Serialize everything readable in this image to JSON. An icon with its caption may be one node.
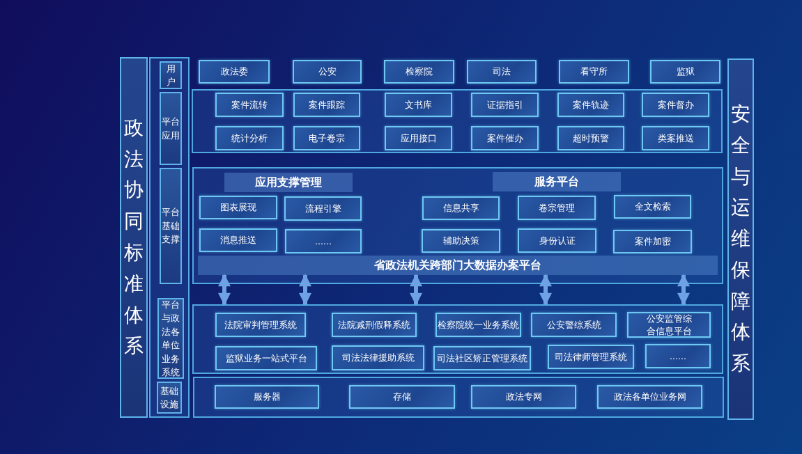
{
  "diagram": {
    "nodes": [
      {
        "text": [
          "政法协同标准体系"
        ]
      },
      {
        "text": [],
        "shape": "box"
      },
      {
        "text": [
          "用户"
        ],
        "in": 1
      },
      {
        "text": [
          "平台应用"
        ],
        "in": 1
      },
      {
        "text": [
          "平台基础支撑"
        ],
        "in": 1
      },
      {
        "text": [
          "平台与政法各单位业务系统"
        ],
        "in": 1
      },
      {
        "text": [
          "基础设施"
        ],
        "in": 1
      },
      {
        "text": [
          "政法委"
        ]
      },
      {
        "text": [
          "公安"
        ]
      },
      {
        "text": [
          "检察院"
        ]
      },
      {
        "text": [
          "司法"
        ]
      },
      {
        "text": [
          "看守所"
        ]
      },
      {
        "text": [
          "监狱"
        ]
      },
      {
        "text": [],
        "shape": "box"
      },
      {
        "text": [
          "案件流转"
        ],
        "in": 13
      },
      {
        "text": [
          "案件跟踪"
        ],
        "in": 13
      },
      {
        "text": [
          "文书库"
        ],
        "in": 13
      },
      {
        "text": [
          "证据指引"
        ],
        "in": 13
      },
      {
        "text": [
          "案件轨迹"
        ],
        "in": 13
      },
      {
        "text": [
          "案件督办"
        ],
        "in": 13
      },
      {
        "text": [
          "统计分析"
        ],
        "in": 13
      },
      {
        "text": [
          "电子卷宗"
        ],
        "in": 13
      },
      {
        "text": [
          "应用接口"
        ],
        "in": 13
      },
      {
        "text": [
          "案件催办"
        ],
        "in": 13
      },
      {
        "text": [
          "超时预警"
        ],
        "in": 13
      },
      {
        "text": [
          "类案推送"
        ],
        "in": 13
      },
      {
        "text": [],
        "shape": "box"
      },
      {
        "text": [
          "应用支撑管理"
        ],
        "in": 26
      },
      {
        "text": [
          "服务平台"
        ],
        "in": 26
      },
      {
        "text": [
          "图表展现"
        ],
        "in": 26
      },
      {
        "text": [
          "流程引擎"
        ],
        "in": 26
      },
      {
        "text": [
          "信息共享"
        ],
        "in": 26
      },
      {
        "text": [
          "卷宗管理"
        ],
        "in": 26
      },
      {
        "text": [
          "全文检索"
        ],
        "in": 26
      },
      {
        "text": [
          "消息推送"
        ],
        "in": 26
      },
      {
        "text": [
          "......"
        ],
        "in": 26
      },
      {
        "text": [
          "辅助决策"
        ],
        "in": 26
      },
      {
        "text": [
          "身份认证"
        ],
        "in": 26
      },
      {
        "text": [
          "案件加密"
        ],
        "in": 26
      },
      {
        "text": [
          "省政法机关跨部门大数据办案平台"
        ],
        "in": 26
      },
      {
        "text": [],
        "shape": "box"
      },
      {
        "text": [
          "法院审判管理系统"
        ],
        "in": 40
      },
      {
        "text": [
          "法院减刑假释系统"
        ],
        "in": 40
      },
      {
        "text": [
          "检察院统一业务系统"
        ],
        "in": 40
      },
      {
        "text": [
          "公安警综系统"
        ],
        "in": 40
      },
      {
        "text": [
          "公安监管综合信息平台"
        ],
        "in": 40
      },
      {
        "text": [
          "监狱业务一站式平台"
        ],
        "in": 40
      },
      {
        "text": [
          "司法法律援助系统"
        ],
        "in": 40
      },
      {
        "text": [
          "司法社区矫正管理系统"
        ],
        "in": 40
      },
      {
        "text": [
          "司法律师管理系统"
        ],
        "in": 40
      },
      {
        "text": [
          "......"
        ],
        "in": 40
      },
      {
        "text": [],
        "shape": "box"
      },
      {
        "text": [
          "服务器"
        ],
        "in": 51
      },
      {
        "text": [
          "存储"
        ],
        "in": 51
      },
      {
        "text": [
          "政法专网"
        ],
        "in": 51
      },
      {
        "text": [
          "政法各单位业务网"
        ],
        "in": 51
      },
      {
        "text": [
          "安全与运维保障体系"
        ]
      }
    ],
    "edges": [
      {
        "from": 40,
        "to": 39,
        "arrow": "both"
      },
      {
        "from": 40,
        "to": 39,
        "arrow": "both"
      },
      {
        "from": 40,
        "to": 39,
        "arrow": "both"
      },
      {
        "from": 40,
        "to": 39,
        "arrow": "both"
      },
      {
        "from": 40,
        "to": 39,
        "arrow": "both"
      }
    ]
  }
}
